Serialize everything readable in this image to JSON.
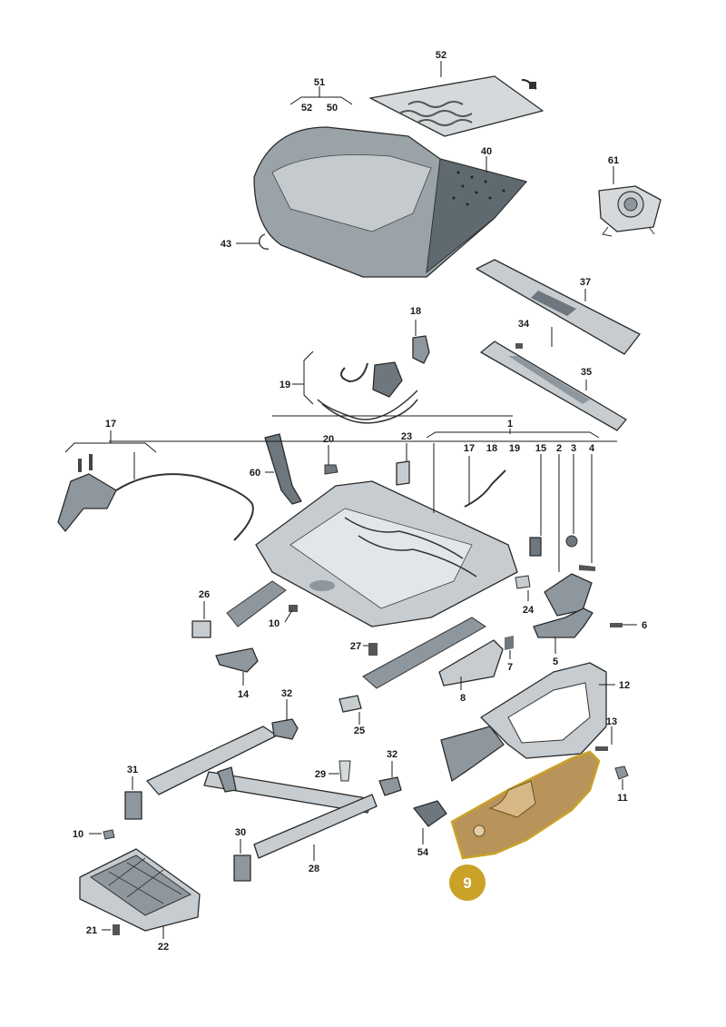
{
  "callouts": {
    "c52a": "52",
    "c51": "51",
    "c52b": "52",
    "c50": "50",
    "c40": "40",
    "c61": "61",
    "c43": "43",
    "c37": "37",
    "c34": "34",
    "c35": "35",
    "c18a": "18",
    "c19a": "19",
    "c17a": "17",
    "c20": "20",
    "c23": "23",
    "c1": "1",
    "c17b": "17",
    "c18b": "18",
    "c19b": "19",
    "c15": "15",
    "c2": "2",
    "c3": "3",
    "c4": "4",
    "c60": "60",
    "c26": "26",
    "c10a": "10",
    "c24": "24",
    "c6": "6",
    "c5": "5",
    "c27": "27",
    "c7": "7",
    "c12": "12",
    "c14": "14",
    "c8": "8",
    "c32a": "32",
    "c25": "25",
    "c13": "13",
    "c29": "29",
    "c32b": "32",
    "c11": "11",
    "c31": "31",
    "c54": "54",
    "c10b": "10",
    "c30": "30",
    "c28": "28",
    "c21": "21",
    "c22": "22"
  },
  "highlight": {
    "label": "9",
    "color": "#c9a227"
  },
  "colors": {
    "part_fill": "#d9dcde",
    "part_dark": "#8e979d",
    "highlight_fill": "#b8935a"
  }
}
